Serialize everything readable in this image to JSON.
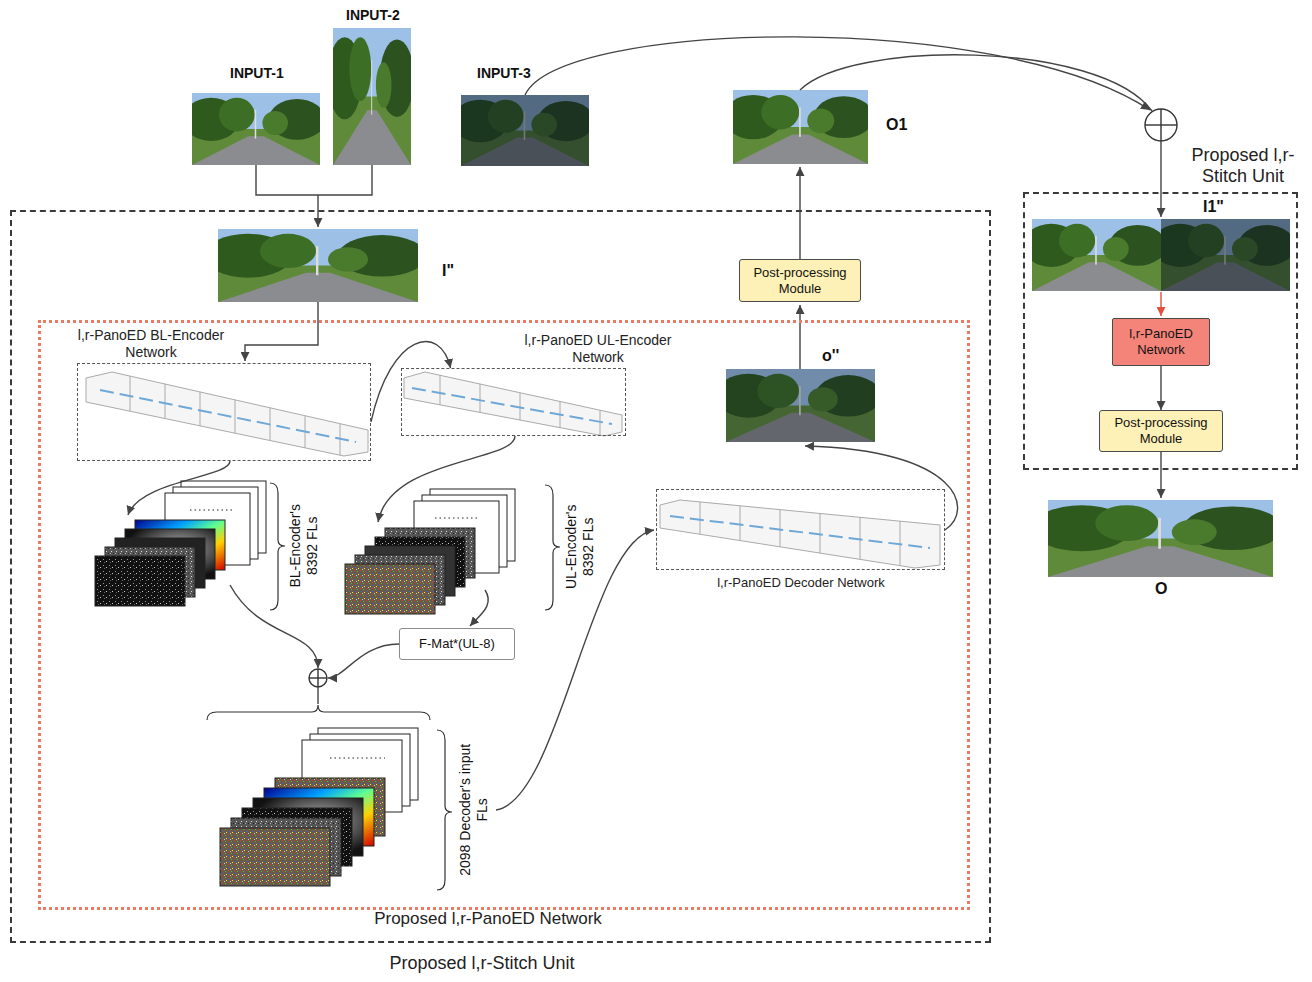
{
  "diagram": {
    "nodes": [
      {
        "text": [
          "Proposed l,r-Stitch Unit"
        ]
      },
      {
        "text": [
          "Post-processing Module"
        ],
        "in": 0
      },
      {
        "text": [
          "Proposed l,r-PanoED Network"
        ],
        "in": 0
      },
      {
        "text": [
          "l,r-PanoED BL-Encoder Network"
        ],
        "in": 2
      },
      {
        "text": [
          "l,r-PanoED UL-Encoder Network"
        ],
        "in": 2
      },
      {
        "text": [
          "l,r-PanoED Decoder Network"
        ],
        "in": 2
      },
      {
        "text": [
          "F-Mat*(UL-8)"
        ],
        "in": 2
      },
      {
        "text": [
          "Proposed l,r-Stitch Unit"
        ]
      },
      {
        "text": [
          "l,r-PanoED Network"
        ],
        "in": 7
      },
      {
        "text": [
          "Post-processing Module"
        ],
        "in": 7
      }
    ],
    "edges": [
      {
        "from": 3,
        "to": 4,
        "arrow": "to"
      },
      {
        "from": 8,
        "to": 9,
        "arrow": "to"
      }
    ],
    "labels": [
      "INPUT-1",
      "INPUT-2",
      "INPUT-3",
      "I\"",
      "O1",
      "o''",
      "I1\"",
      "O",
      "BL-Encoder's 8392 FLs",
      "UL-Encoder's 8392 FLs",
      "2098 Decoder's input FLs"
    ]
  }
}
